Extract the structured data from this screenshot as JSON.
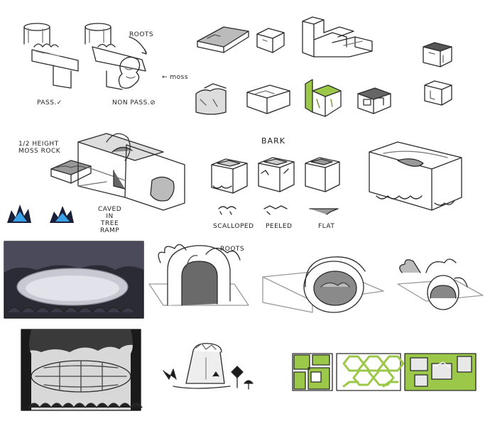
{
  "labels": {
    "pass": "PASS.✓",
    "non_pass": "NON PASS.⊘",
    "roots_top": "ROOTS",
    "moss": "← moss",
    "half_height": "1/2 HEIGHT\nMOSS ROCK",
    "caved": "CAVED\nIN\nTREE\nRAMP",
    "bark": "BARK",
    "scalloped": "SCALLOPED",
    "peeled": "PEELED",
    "flat": "FLAT",
    "roots_mid": "ROOTS"
  },
  "colors": {
    "ink": "#2a2a2a",
    "moss_green": "#9cc84a",
    "crystal_blue": "#3aa0e8",
    "shadow_gray": "#8a8a8a",
    "dark_panel": "#2b2b35"
  }
}
